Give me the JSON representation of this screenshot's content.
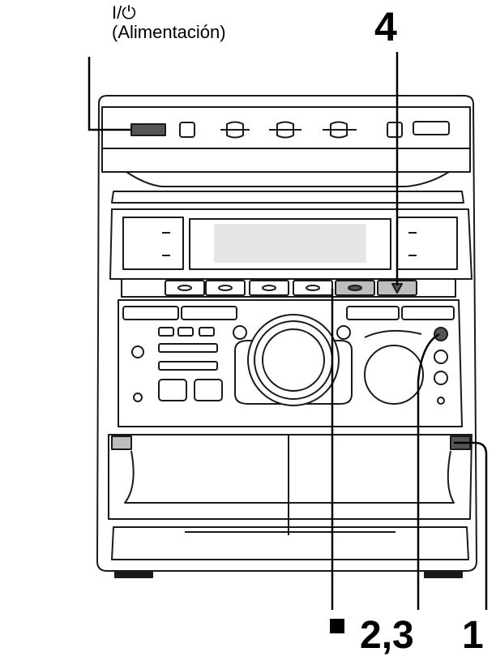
{
  "callouts": {
    "power_symbol": "I/⏻",
    "power_label": "(Alimentación)",
    "step_4": "4",
    "stop_symbol": "■",
    "step_2_3": "2,3",
    "step_1": "1"
  },
  "colors": {
    "line": "#1a1a1a",
    "body": "#ffffff",
    "shade": "#e6e6e6",
    "dark": "#555555"
  }
}
